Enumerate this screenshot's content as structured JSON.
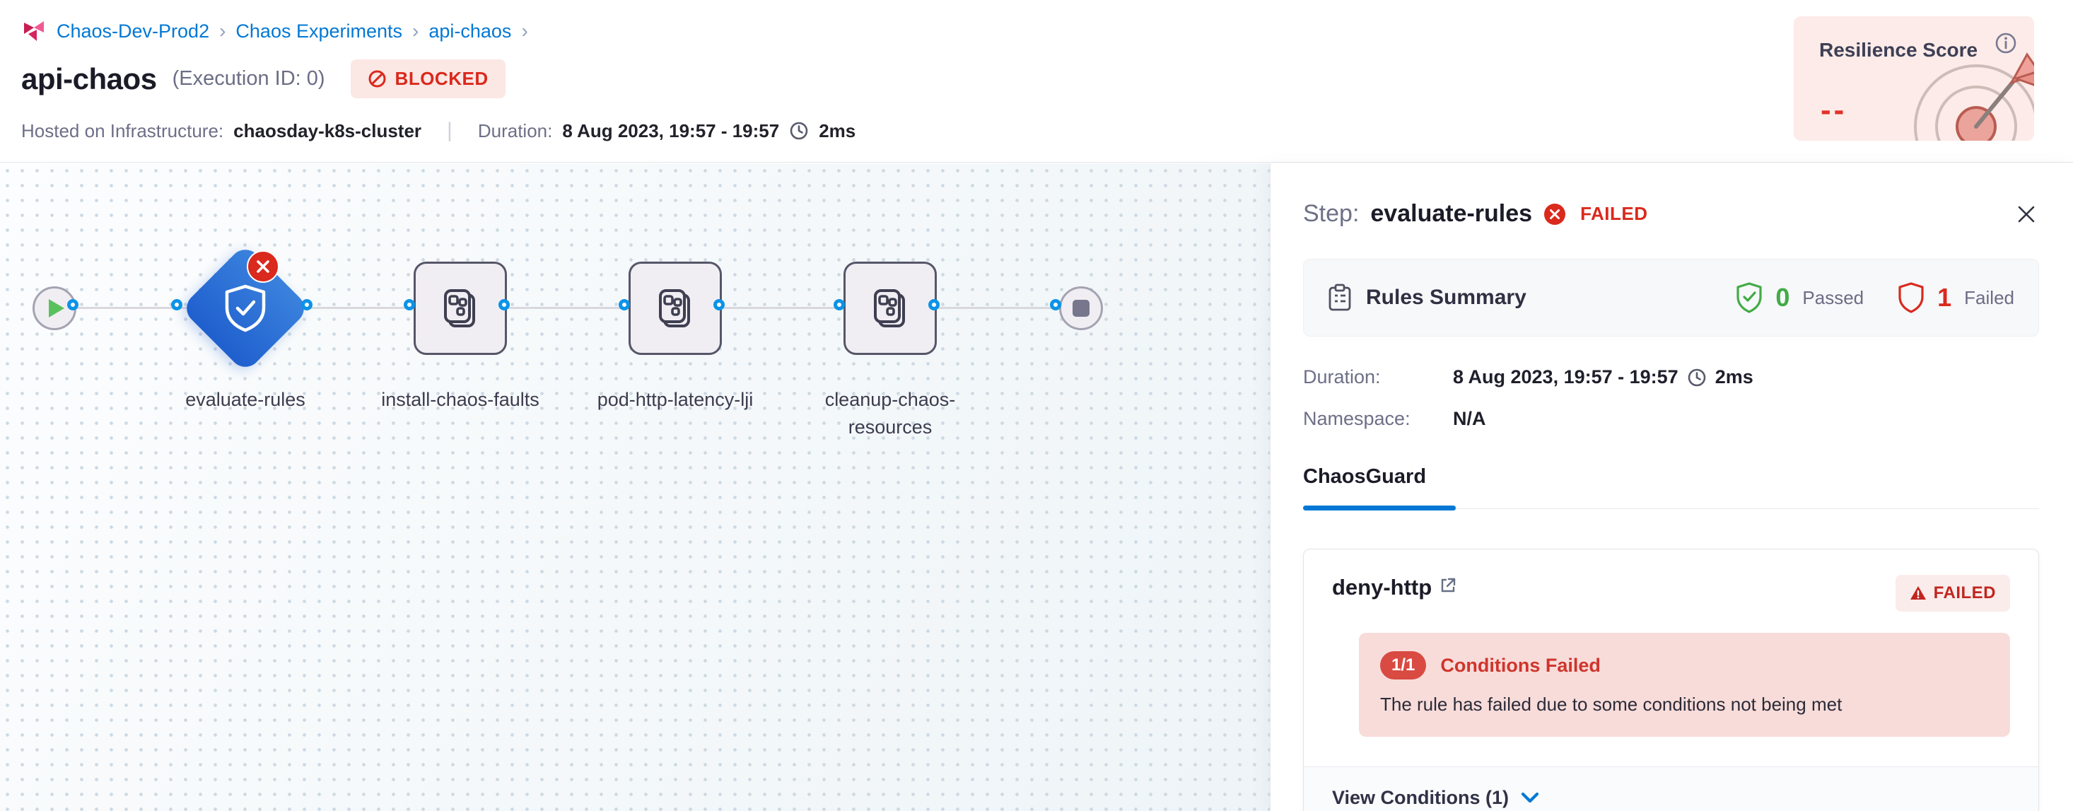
{
  "breadcrumb": {
    "separator": "›",
    "items": [
      "Chaos-Dev-Prod2",
      "Chaos Experiments",
      "api-chaos"
    ]
  },
  "header": {
    "title": "api-chaos",
    "execution_id": "(Execution ID: 0)",
    "status_badge": "BLOCKED",
    "hosted_label": "Hosted on Infrastructure:",
    "hosted_value": "chaosday-k8s-cluster",
    "duration_label": "Duration:",
    "duration_value": "8 Aug 2023, 19:57 - 19:57",
    "duration_ms": "2ms"
  },
  "resilience": {
    "title": "Resilience Score",
    "value": "--"
  },
  "pipeline": {
    "nodes": [
      {
        "label": "evaluate-rules",
        "type": "guard",
        "status": "failed"
      },
      {
        "label": "install-chaos-faults",
        "type": "step"
      },
      {
        "label": "pod-http-latency-lji",
        "type": "step"
      },
      {
        "label": "cleanup-chaos-resources",
        "type": "step"
      }
    ]
  },
  "panel": {
    "step_label": "Step:",
    "step_name": "evaluate-rules",
    "step_status": "FAILED",
    "rules_summary": {
      "title": "Rules Summary",
      "passed_count": "0",
      "passed_label": "Passed",
      "failed_count": "1",
      "failed_label": "Failed"
    },
    "details": {
      "duration_label": "Duration:",
      "duration_value": "8 Aug 2023, 19:57 - 19:57",
      "duration_ms": "2ms",
      "namespace_label": "Namespace:",
      "namespace_value": "N/A"
    },
    "tab": "ChaosGuard",
    "rule_card": {
      "name": "deny-http",
      "status": "FAILED",
      "conditions_badge": "1/1",
      "conditions_title": "Conditions Failed",
      "conditions_message": "The rule has failed due to some conditions not being met",
      "footer": "View Conditions (1)"
    }
  },
  "colors": {
    "accent_blue": "#0278d5",
    "error_red": "#da291d",
    "success_green": "#42ab45",
    "blocked_bg": "#fbe7e4",
    "resilience_bg": "#fcebe8",
    "node_blue": "#2a6fd6"
  }
}
